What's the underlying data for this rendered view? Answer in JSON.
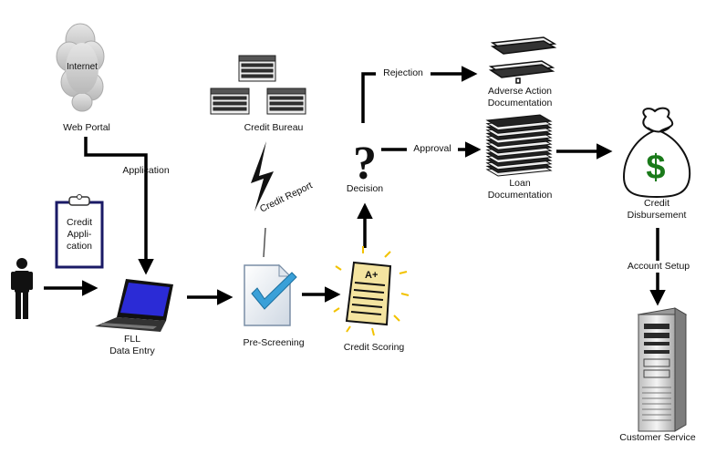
{
  "nodes": {
    "internet": "Internet",
    "web_portal": "Web Portal",
    "credit_bureau": "Credit Bureau",
    "credit_application": "Credit Appli- cation",
    "data_entry_line1": "FLL",
    "data_entry_line2": "Data Entry",
    "pre_screening": "Pre-Screening",
    "credit_scoring": "Credit Scoring",
    "decision": "Decision",
    "adverse_line1": "Adverse Action",
    "adverse_line2": "Documentation",
    "loan_line1": "Loan",
    "loan_line2": "Documentation",
    "disbursement_line1": "Credit",
    "disbursement_line2": "Disbursement",
    "customer_service": "Customer Service"
  },
  "edges": {
    "application": "Application",
    "credit_report": "Credit Report",
    "rejection": "Rejection",
    "approval": "Approval",
    "account_setup": "Account Setup"
  },
  "glyphs": {
    "decision_symbol": "?",
    "money_symbol": "$",
    "grade": "A+"
  },
  "colors": {
    "line": "#000000",
    "laptop_screen": "#2b2bd6",
    "check": "#3aa0d8",
    "money_green": "#1a7a1a",
    "scoring_burst": "#f2c200",
    "clipboard_border": "#1a1a66"
  }
}
